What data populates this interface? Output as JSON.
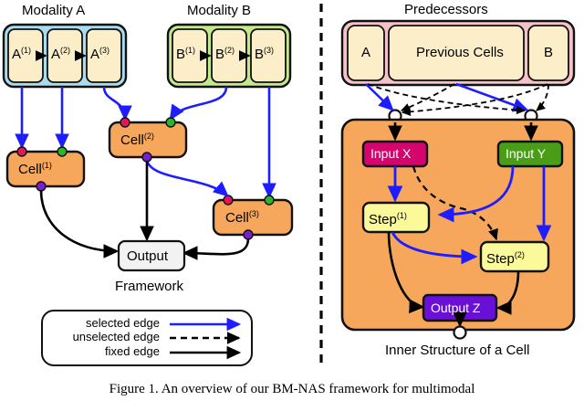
{
  "figure": {
    "caption": "Figure 1. An overview of our BM-NAS framework for multimodal"
  },
  "left_panel": {
    "title_a": "Modality A",
    "title_b": "Modality B",
    "framework_label": "Framework",
    "modality_a_nodes": [
      "A",
      "A",
      "A"
    ],
    "modality_a_sup": [
      "(1)",
      "(2)",
      "(3)"
    ],
    "modality_b_nodes": [
      "B",
      "B",
      "B"
    ],
    "modality_b_sup": [
      "(1)",
      "(2)",
      "(3)"
    ],
    "cells": [
      {
        "base": "Cell",
        "sup": "(1)"
      },
      {
        "base": "Cell",
        "sup": "(2)"
      },
      {
        "base": "Cell",
        "sup": "(3)"
      }
    ],
    "output_label": "Output"
  },
  "legend": {
    "rows": [
      {
        "label": "selected edge",
        "style": "solid-blue"
      },
      {
        "label": "unselected edge",
        "style": "dashed-black"
      },
      {
        "label": "fixed edge",
        "style": "solid-black"
      }
    ]
  },
  "right_panel": {
    "title": "Predecessors",
    "caption": "Inner Structure of a Cell",
    "predecessor_nodes": [
      "A",
      "Previous Cells",
      "B"
    ],
    "input_x": "Input X",
    "input_y": "Input Y",
    "steps": [
      {
        "base": "Step",
        "sup": "(1)"
      },
      {
        "base": "Step",
        "sup": "(2)"
      }
    ],
    "output_z": "Output Z"
  },
  "colors": {
    "selected_edge": "#1d1dff",
    "fixed_edge": "#000000",
    "unselected_edge": "#000000",
    "modality_a_box": "#aadcf0",
    "modality_b_box": "#c3e88d",
    "inner_node": "#fbeec8",
    "cell_orange": "#f6a75c",
    "predecessor_pink": "#f6c2c9",
    "input_x_pink": "#d4066e",
    "input_y_green": "#4a9e17",
    "step_yellow": "#fbfa9a",
    "output_z_purple": "#6a0fd6",
    "output_grey": "#f2f2f2",
    "port_red": "#e0185a",
    "port_green": "#2db32d",
    "port_purple": "#7a1fd0"
  }
}
